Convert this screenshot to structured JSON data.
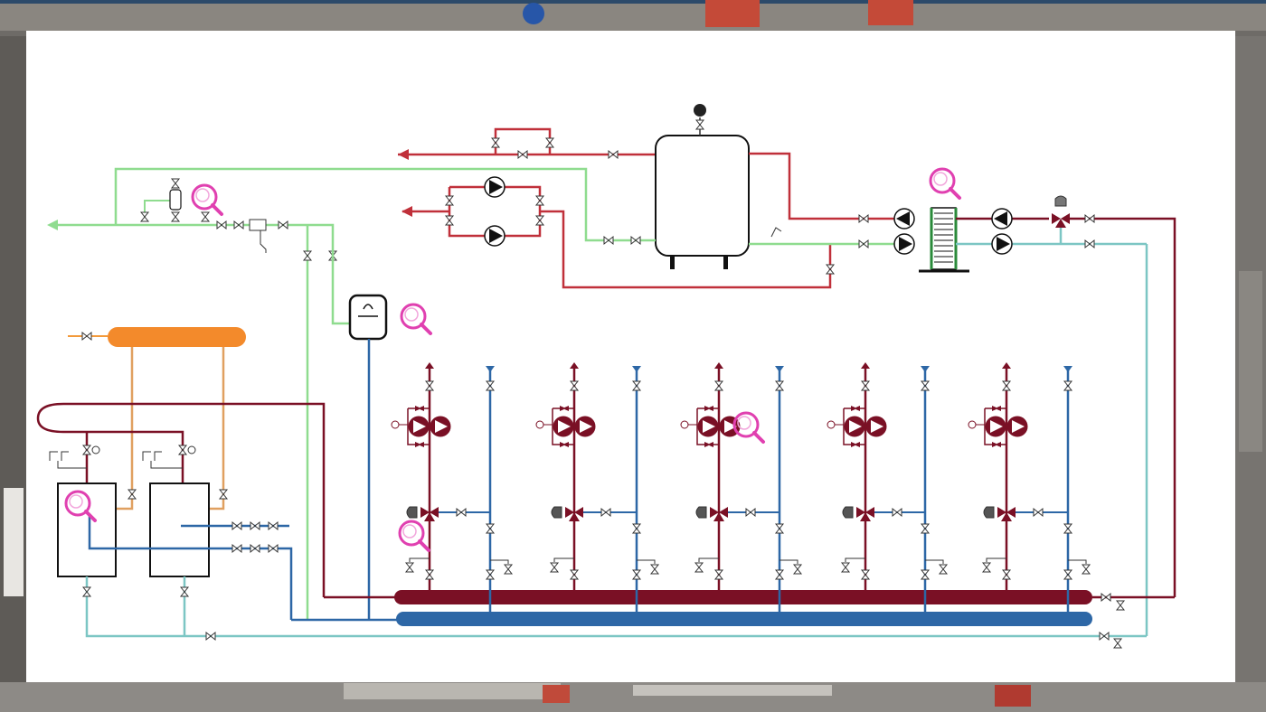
{
  "colors": {
    "panel": "#ffffff",
    "supply_hot": "#7a1025",
    "supply_red": "#b8323a",
    "return_blue": "#2d67a6",
    "return_cyan": "#7cc6c4",
    "cold_green": "#8fdc8f",
    "overflow_orange": "#f39a3b",
    "zoom_icon": "#e040b0"
  },
  "header_bar": "dark-blue",
  "icons": {
    "zoom": "magnifier-icon",
    "pump": "pump-icon",
    "valve": "gate-valve-icon",
    "mixing_valve": "three-way-mixing-valve-icon",
    "storage_tank": "storage-tank-icon",
    "expansion_vessel": "expansion-vessel-icon",
    "heat_exchanger": "plate-heat-exchanger-icon",
    "header": "distributor-header-icon",
    "boiler": "boiler-icon"
  },
  "zoom_spots": [
    {
      "id": "cold-water-inlet"
    },
    {
      "id": "heat-exchanger"
    },
    {
      "id": "expansion-vessel"
    },
    {
      "id": "boiler-1"
    },
    {
      "id": "circuit-1-valve"
    },
    {
      "id": "circuit-3-pumps"
    }
  ],
  "circuits": 5
}
